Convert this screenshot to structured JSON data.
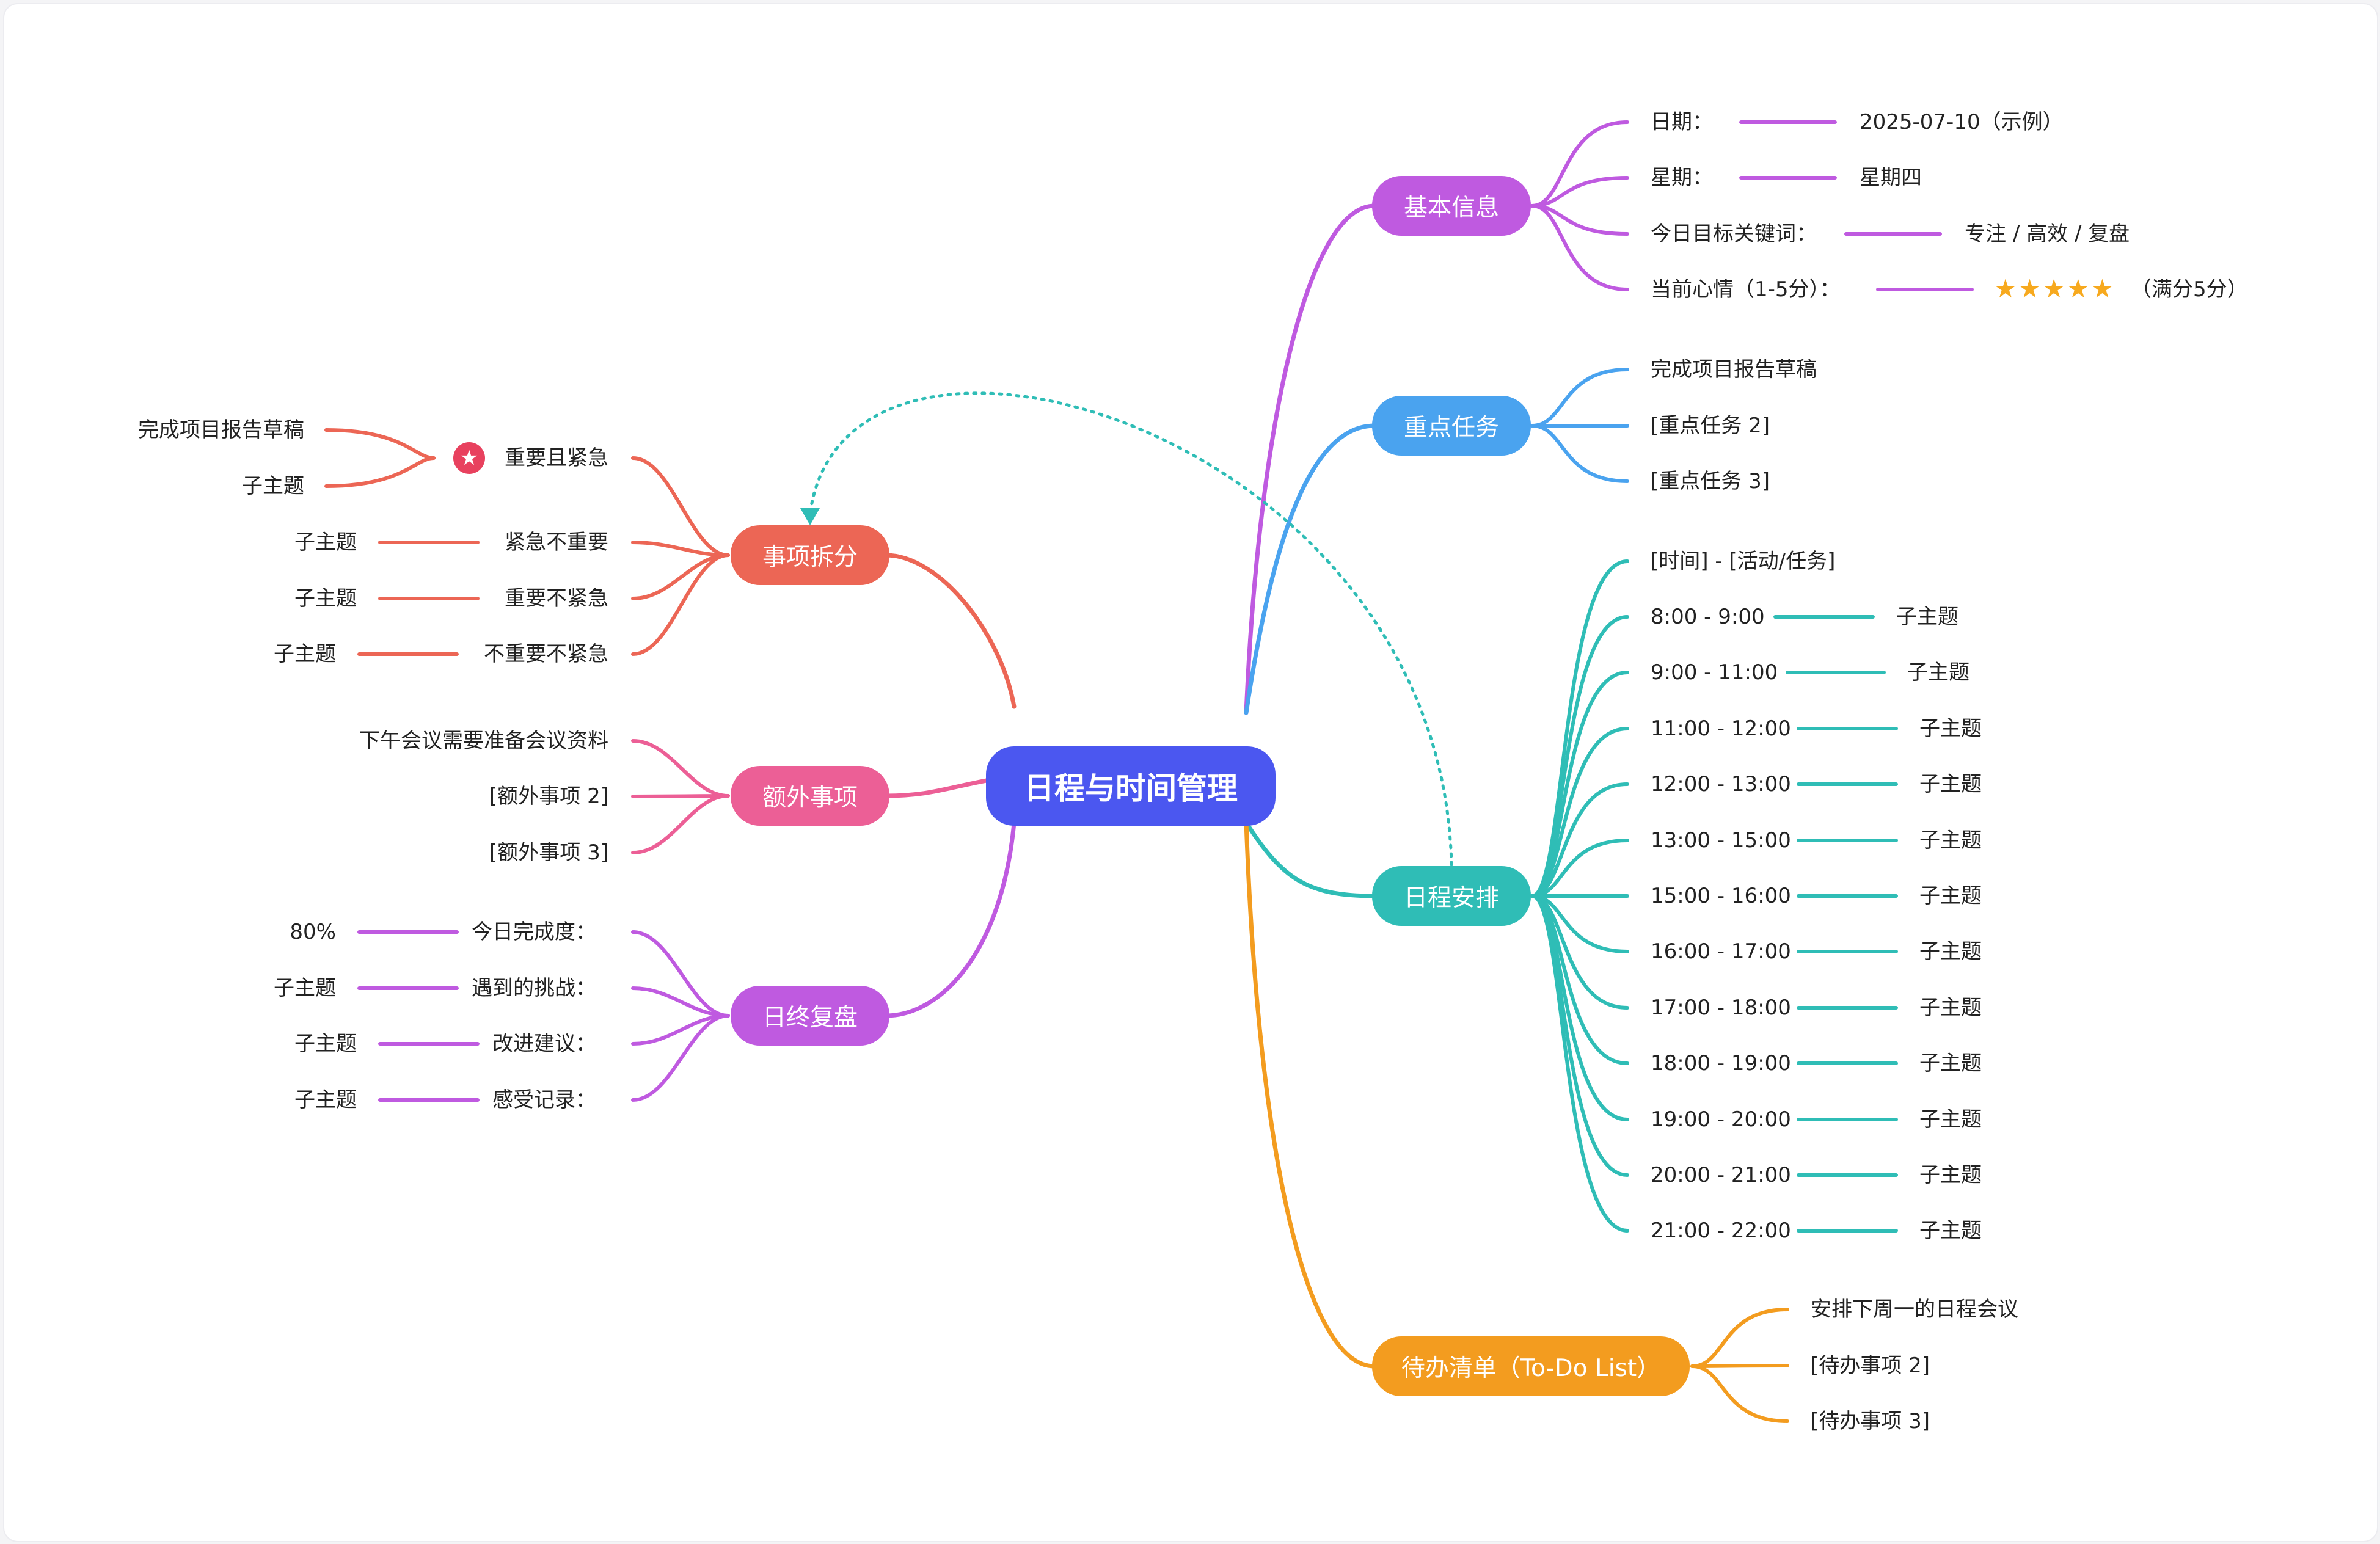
{
  "colors": {
    "root": "#4b57f0",
    "basic_info": "#bf5ae0",
    "key_tasks": "#4aa3ef",
    "breakdown": "#ec6655",
    "extra": "#ec5f96",
    "review": "#bf5ae0",
    "schedule": "#2fbdb6",
    "todo": "#f39c1f"
  },
  "root": {
    "label": "日程与时间管理"
  },
  "basic_info": {
    "label": "基本信息",
    "items": [
      {
        "key": "日期：",
        "value": "2025-07-10（示例）"
      },
      {
        "key": "星期：",
        "value": "星期四"
      },
      {
        "key": "今日目标关键词：",
        "value": "专注 / 高效 / 复盘"
      },
      {
        "key": "当前心情（1-5分）：",
        "value": "（满分5分）",
        "rating": 5,
        "icon": "star-icon"
      }
    ]
  },
  "key_tasks": {
    "label": "重点任务",
    "items": [
      "完成项目报告草稿",
      "[重点任务 2]",
      "[重点任务 3]"
    ]
  },
  "schedule": {
    "label": "日程安排",
    "header": "[时间] - [活动/任务]",
    "slots": [
      {
        "time": "8:00 - 9:00",
        "sub": "子主题"
      },
      {
        "time": "9:00 - 11:00",
        "sub": "子主题"
      },
      {
        "time": "11:00 - 12:00",
        "sub": "子主题"
      },
      {
        "time": "12:00 - 13:00",
        "sub": "子主题"
      },
      {
        "time": "13:00 - 15:00",
        "sub": "子主题"
      },
      {
        "time": "15:00 - 16:00",
        "sub": "子主题"
      },
      {
        "time": "16:00 - 17:00",
        "sub": "子主题"
      },
      {
        "time": "17:00 - 18:00",
        "sub": "子主题"
      },
      {
        "time": "18:00 - 19:00",
        "sub": "子主题"
      },
      {
        "time": "19:00 - 20:00",
        "sub": "子主题"
      },
      {
        "time": "20:00 - 21:00",
        "sub": "子主题"
      },
      {
        "time": "21:00 - 22:00",
        "sub": "子主题"
      }
    ]
  },
  "todo": {
    "label": "待办清单（To-Do List）",
    "items": [
      "安排下周一的日程会议",
      "[待办事项 2]",
      "[待办事项 3]"
    ]
  },
  "breakdown": {
    "label": "事项拆分",
    "items": [
      {
        "label": "重要且紧急",
        "icon": "star-badge-icon",
        "subs": [
          "完成项目报告草稿",
          "子主题"
        ]
      },
      {
        "label": "紧急不重要",
        "subs": [
          "子主题"
        ]
      },
      {
        "label": "重要不紧急",
        "subs": [
          "子主题"
        ]
      },
      {
        "label": "不重要不紧急",
        "subs": [
          "子主题"
        ]
      }
    ]
  },
  "extra": {
    "label": "额外事项",
    "items": [
      "下午会议需要准备会议资料",
      "[额外事项 2]",
      "[额外事项 3]"
    ]
  },
  "review": {
    "label": "日终复盘",
    "items": [
      {
        "label": "今日完成度：",
        "sub": "80%"
      },
      {
        "label": "遇到的挑战：",
        "sub": "子主题"
      },
      {
        "label": "改进建议：",
        "sub": "子主题"
      },
      {
        "label": "感受记录：",
        "sub": "子主题"
      }
    ]
  }
}
